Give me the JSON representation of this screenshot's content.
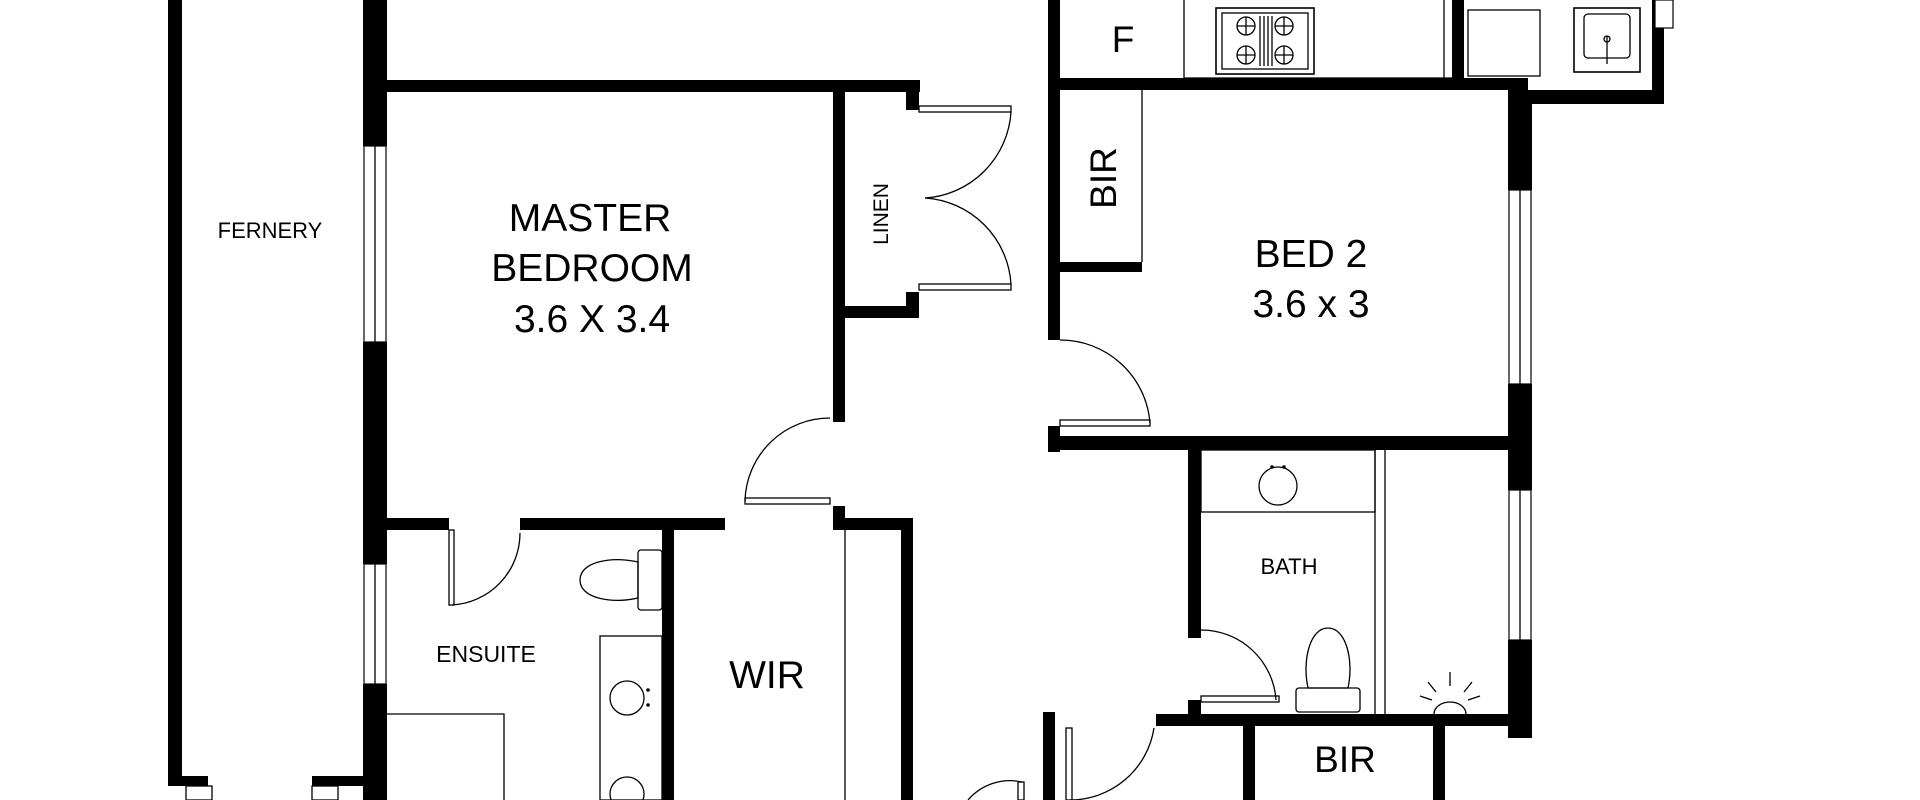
{
  "plan": {
    "rooms": {
      "fernery": "FERNERY",
      "master_line1": "MASTER",
      "master_line2": "BEDROOM",
      "master_size": "3.6 X 3.4",
      "linen": "LINEN",
      "fridge": "F",
      "bir_bed2": "BIR",
      "bed2": "BED 2",
      "bed2_size": "3.6 x 3",
      "bath": "BATH",
      "ensuite": "ENSUITE",
      "wir": "WIR",
      "bir_hall": "BIR"
    },
    "colors": {
      "wall": "#000000",
      "background": "#ffffff"
    }
  }
}
